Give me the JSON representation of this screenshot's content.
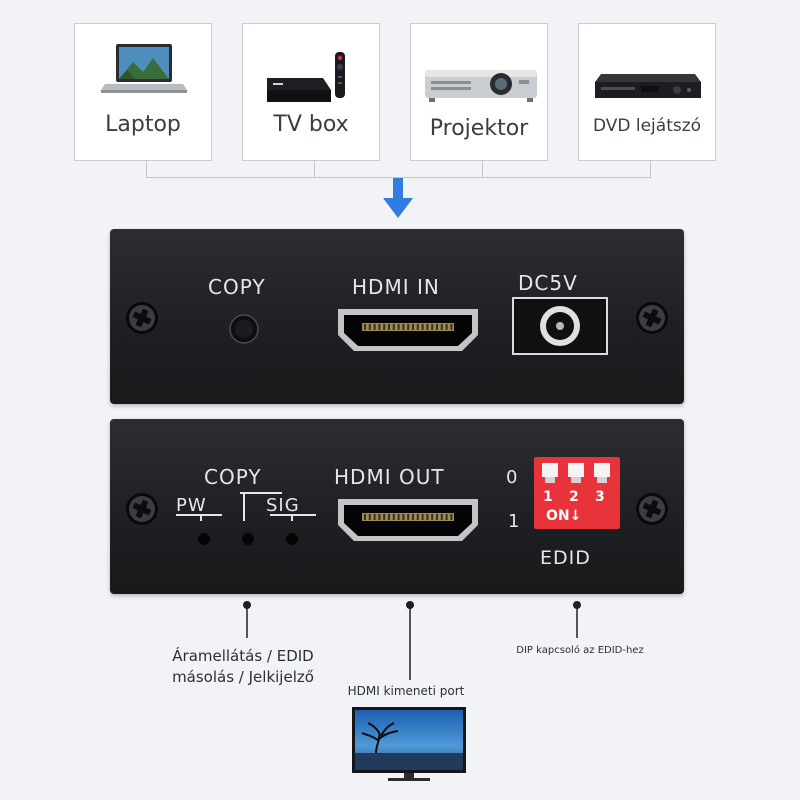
{
  "sources": [
    {
      "label": "Laptop",
      "icon": "laptop-icon"
    },
    {
      "label": "TV box",
      "icon": "tv-box-icon"
    },
    {
      "label": "Projektor",
      "icon": "projector-icon"
    },
    {
      "label": "DVD lejátszó",
      "icon": "dvd-player-icon"
    }
  ],
  "arrow_color": "#2f7de1",
  "input_panel": {
    "copy_label": "COPY",
    "hdmi_in_label": "HDMI IN",
    "dc_label": "DC5V"
  },
  "output_panel": {
    "copy_label": "COPY",
    "pw_label": "PW",
    "sig_label": "SIG",
    "hdmi_out_label": "HDMI OUT",
    "dip_zero": "0",
    "dip_one": "1",
    "dip_numbers": [
      "1",
      "2",
      "3"
    ],
    "dip_on": "ON↓",
    "edid_label": "EDID",
    "dip_color": "#e8333a"
  },
  "callouts": {
    "left_line1": "Áramellátás / EDID",
    "left_line2": "másolás / Jelkijelző",
    "middle": "HDMI kimeneti port",
    "right": "DIP kapcsoló az EDID-hez"
  }
}
